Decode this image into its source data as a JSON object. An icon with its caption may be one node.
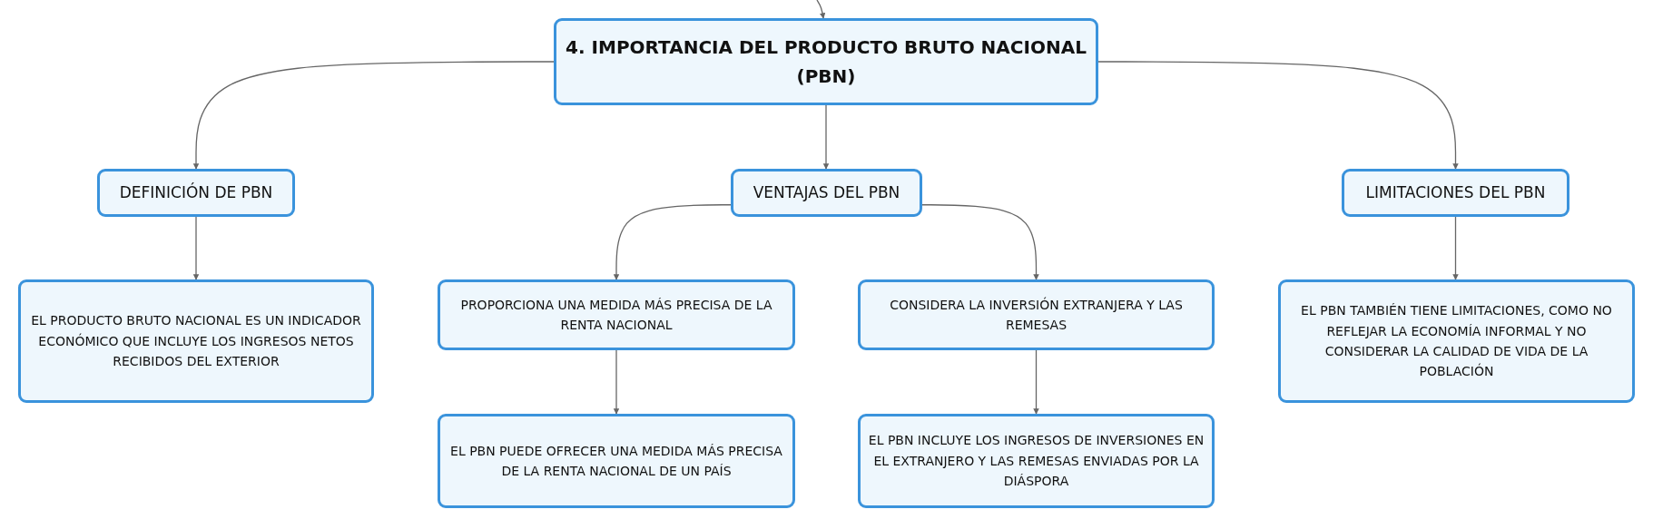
{
  "diagram": {
    "nodes": [
      {
        "text": [
          "4. IMPORTANCIA DEL PRODUCTO BRUTO NACIONAL (PBN)"
        ]
      },
      {
        "text": [
          "DEFINICIÓN DE PBN"
        ]
      },
      {
        "text": [
          "EL PRODUCTO BRUTO NACIONAL ES UN INDICADOR ECONÓMICO QUE INCLUYE LOS INGRESOS NETOS RECIBIDOS DEL EXTERIOR"
        ]
      },
      {
        "text": [
          "VENTAJAS DEL PBN"
        ]
      },
      {
        "text": [
          "PROPORCIONA UNA MEDIDA MÁS PRECISA DE LA RENTA NACIONAL"
        ]
      },
      {
        "text": [
          "EL PBN PUEDE OFRECER UNA MEDIDA MÁS PRECISA DE LA RENTA NACIONAL DE UN PAÍS"
        ]
      },
      {
        "text": [
          "CONSIDERA LA INVERSIÓN EXTRANJERA Y LAS REMESAS"
        ]
      },
      {
        "text": [
          "EL PBN INCLUYE LOS INGRESOS DE INVERSIONES EN EL EXTRANJERO Y LAS REMESAS ENVIADAS POR LA DIÁSPORA"
        ]
      },
      {
        "text": [
          "LIMITACIONES DEL PBN"
        ]
      },
      {
        "text": [
          "EL PBN TAMBIÉN TIENE LIMITACIONES, COMO NO REFLEJAR LA ECONOMÍA INFORMAL Y NO CONSIDERAR LA CALIDAD DE VIDA DE LA POBLACIÓN"
        ]
      }
    ],
    "edges": [
      {
        "from": null,
        "to": 0,
        "arrow": "to"
      },
      {
        "from": 0,
        "to": 1,
        "arrow": "to"
      },
      {
        "from": 0,
        "to": 3,
        "arrow": "to"
      },
      {
        "from": 0,
        "to": 8,
        "arrow": "to"
      },
      {
        "from": 1,
        "to": 2,
        "arrow": "to"
      },
      {
        "from": 3,
        "to": 4,
        "arrow": "to"
      },
      {
        "from": 3,
        "to": 6,
        "arrow": "to"
      },
      {
        "from": 4,
        "to": 5,
        "arrow": "to"
      },
      {
        "from": 6,
        "to": 7,
        "arrow": "to"
      },
      {
        "from": 8,
        "to": 9,
        "arrow": "to"
      }
    ]
  }
}
